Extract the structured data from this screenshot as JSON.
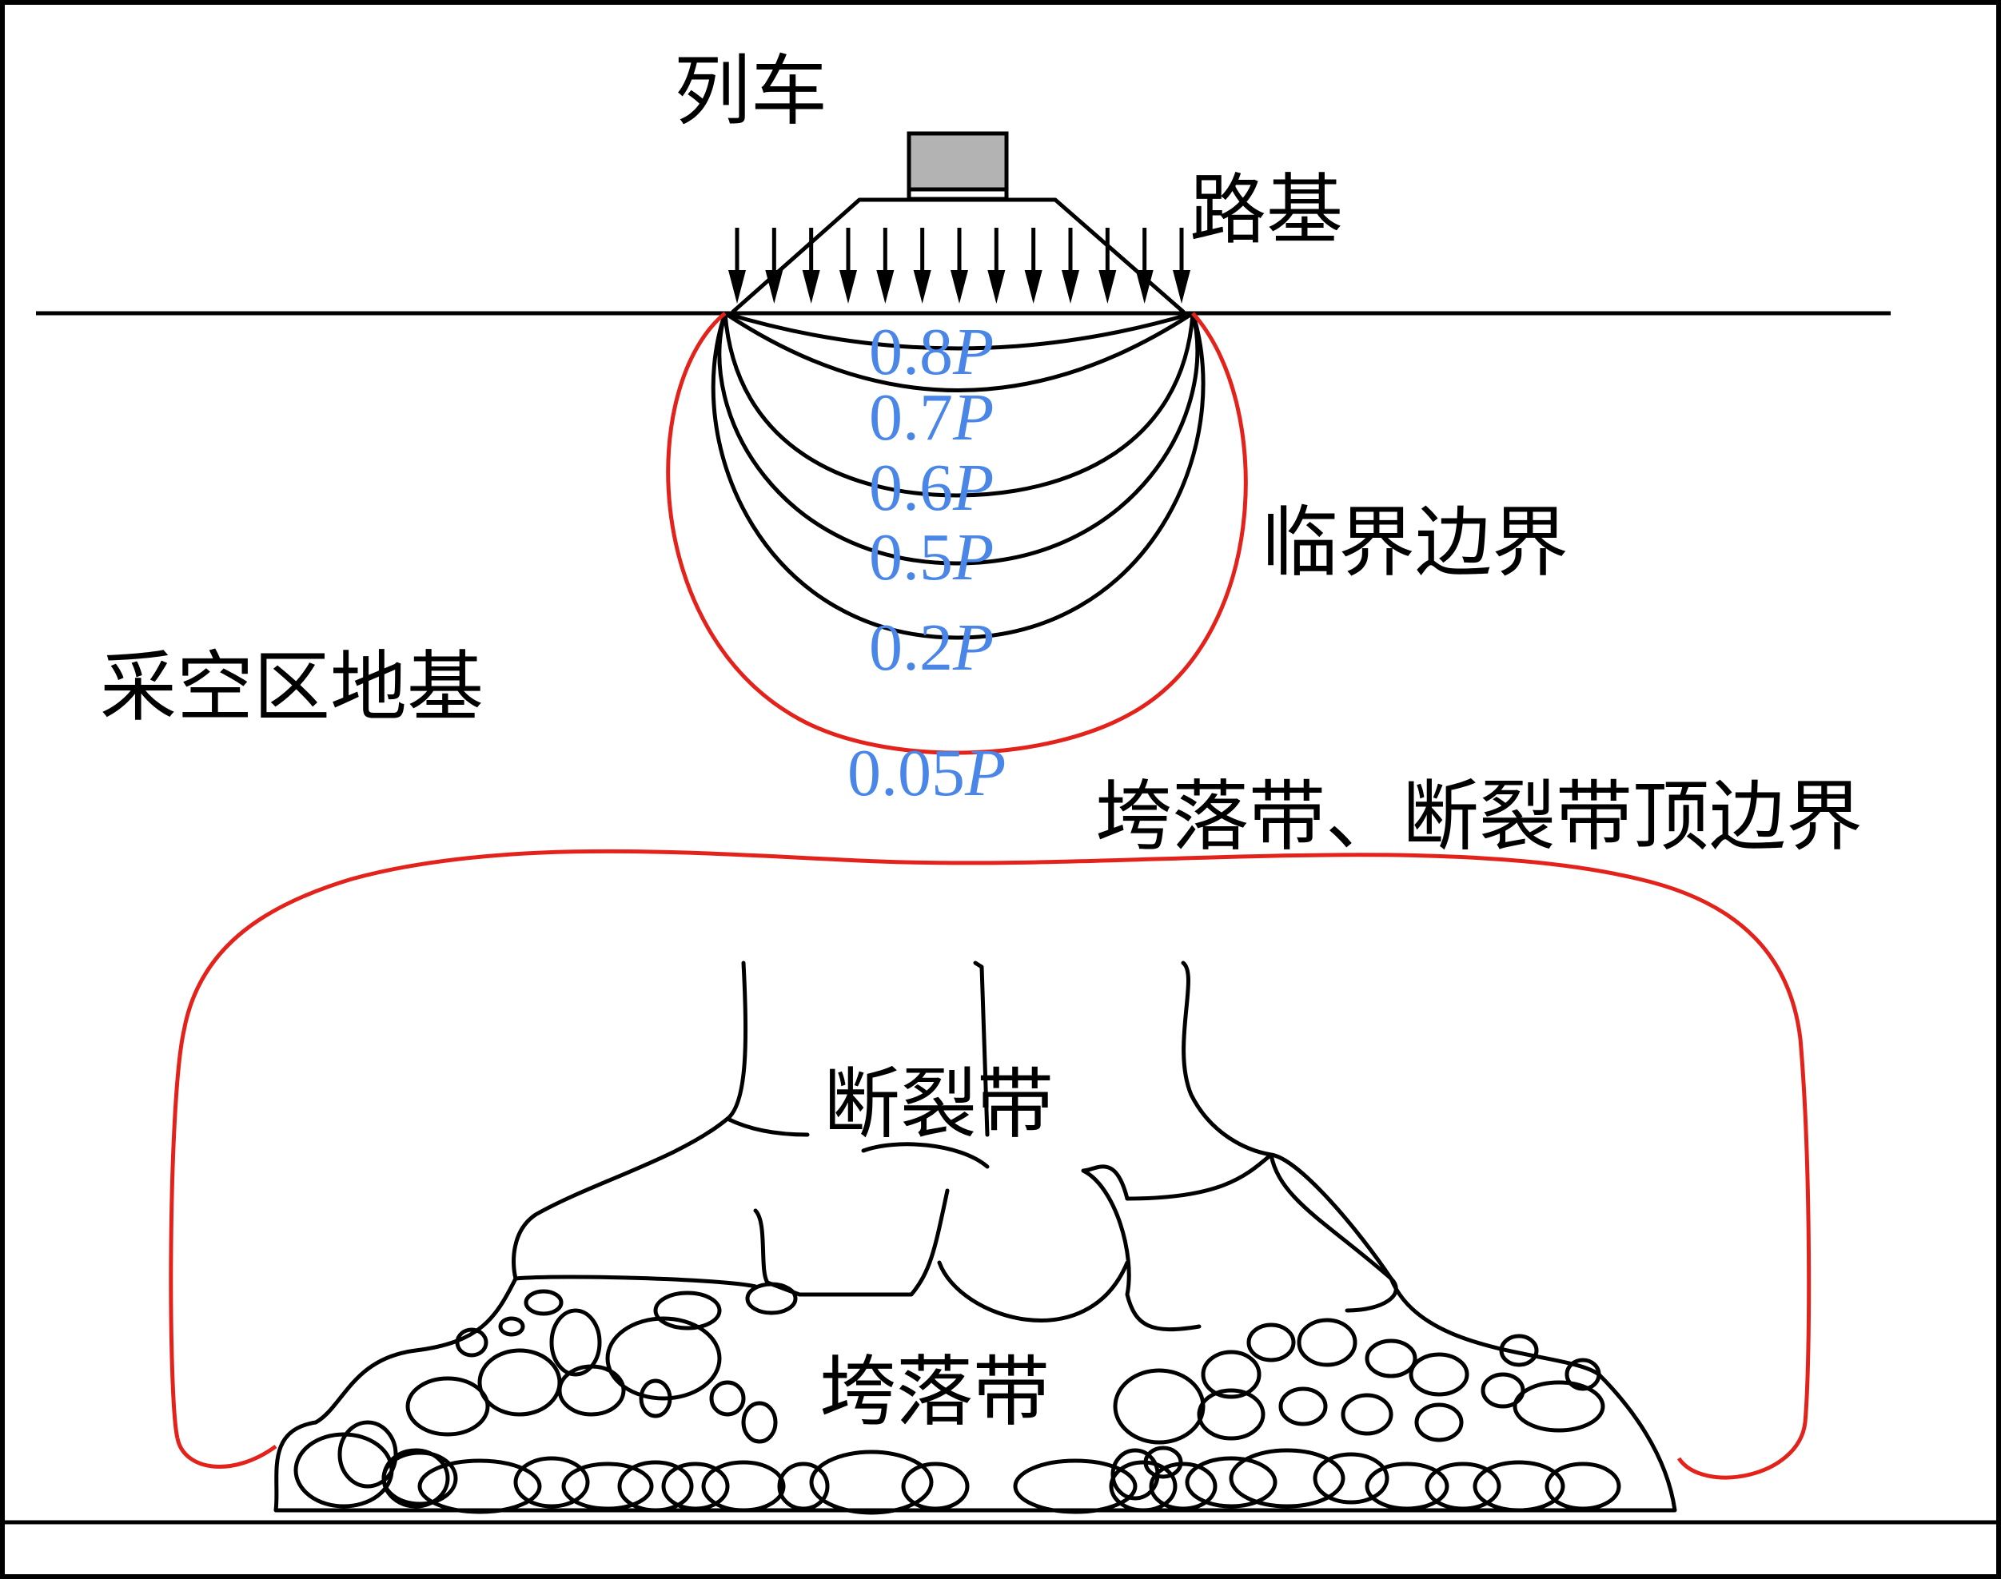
{
  "labels": {
    "train": "列车",
    "subgrade": "路基",
    "critical_boundary": "临界边界",
    "goaf_foundation": "采空区地基",
    "top_boundary": "垮落带、断裂带顶边界",
    "fracture_zone": "断裂带",
    "caving_zone": "垮落带"
  },
  "contours": [
    {
      "coef": "0.8",
      "sym": "P"
    },
    {
      "coef": "0.7",
      "sym": "P"
    },
    {
      "coef": "0.6",
      "sym": "P"
    },
    {
      "coef": "0.5",
      "sym": "P"
    },
    {
      "coef": "0.2",
      "sym": "P"
    },
    {
      "coef": "0.05",
      "sym": "P"
    }
  ],
  "colors": {
    "line": "#000000",
    "boundary": "#e3231b",
    "contour_label": "#4a86e8",
    "train_body": "#b3b3b3"
  }
}
